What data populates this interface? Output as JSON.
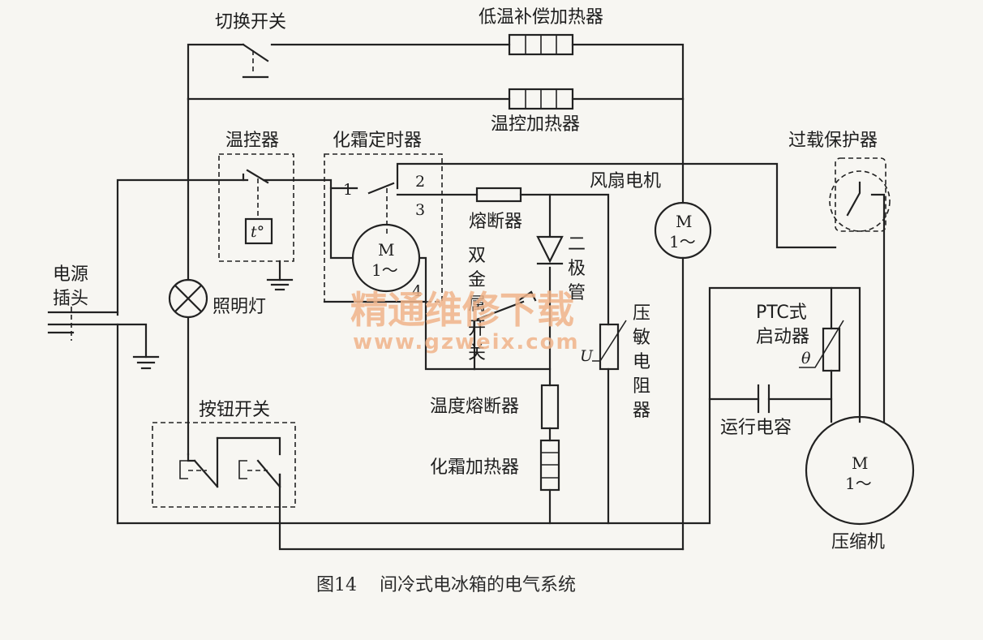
{
  "labels": {
    "changeover_switch": "切换开关",
    "low_temp_heater": "低温补偿加热器",
    "thermostat_heater": "温控加热器",
    "thermostat": "温控器",
    "defrost_timer": "化霜定时器",
    "overload_protector": "过载保护器",
    "fan_motor": "风扇电机",
    "fuse": "熔断器",
    "diode": "二极管",
    "bimetal_switch": "双金属开关",
    "varistor": "压敏电阻器",
    "power_plug": "电源插头",
    "lamp": "照明灯",
    "ptc_starter": "PTC式启动器",
    "button_switch": "按钮开关",
    "thermal_fuse": "温度熔断器",
    "defrost_heater": "化霜加热器",
    "run_capacitor": "运行电容",
    "compressor": "压缩机",
    "timer_pin1": "1",
    "timer_pin2": "2",
    "timer_pin3": "3",
    "timer_pin4": "4",
    "temp_symbol": "t°",
    "theta_symbol": "θ",
    "u_symbol": "U",
    "motor_m": "M",
    "motor_phase": "1～"
  },
  "caption": "图14    间冷式电冰箱的电气系统",
  "watermark": {
    "cn": "精通维修下载",
    "url": "www.gzweix.com"
  }
}
